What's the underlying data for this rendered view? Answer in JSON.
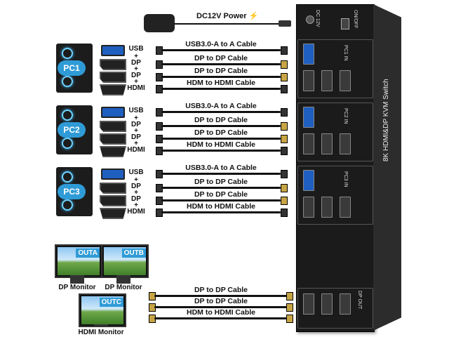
{
  "power": {
    "label": "DC12V Power",
    "bolt": "⚡"
  },
  "pcs": [
    {
      "label": "PC1"
    },
    {
      "label": "PC2"
    },
    {
      "label": "PC3"
    }
  ],
  "port_labels": {
    "usb": "USB",
    "plus": "+",
    "dp": "DP",
    "hdmi": "HDMI"
  },
  "cables": {
    "usb": "USB3.0-A to A Cable",
    "dp": "DP to DP Cable",
    "hdmi": "HDM to HDMI Cable"
  },
  "monitors": [
    {
      "tag": "OUTA",
      "label": "DP Monitor"
    },
    {
      "tag": "OUTB",
      "label": "DP Monitor"
    },
    {
      "tag": "OUTC",
      "label": "HDMI Monitor"
    }
  ],
  "switch": {
    "brand": "8K HDMI&DP KVM Switch",
    "dc": "DC 12V",
    "onoff": "ON/OFF",
    "pc_in": [
      "PC1 IN",
      "PC2 IN",
      "PC3 IN"
    ],
    "dp_out": "DP OUT",
    "colors": {
      "body": "#1b1b1b",
      "usb": "#1f5fbf"
    }
  }
}
